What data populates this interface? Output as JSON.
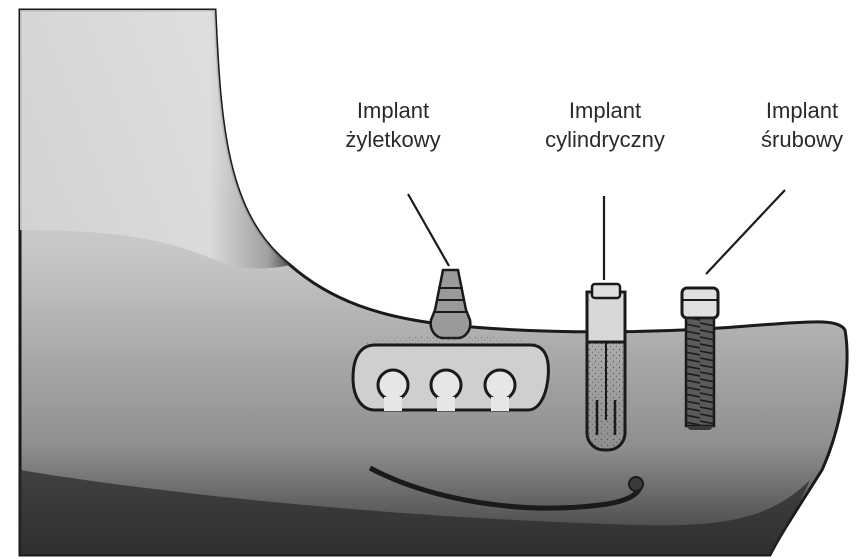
{
  "labels": {
    "blade": {
      "line1": "Implant",
      "line2": "żyletkowy"
    },
    "cylinder": {
      "line1": "Implant",
      "line2": "cylindryczny"
    },
    "screw": {
      "line1": "Implant",
      "line2": "śrubowy"
    }
  },
  "colors": {
    "bone_light": "#d9d9d9",
    "bone_mid": "#a8a8a8",
    "bone_dark": "#3c3c3c",
    "outline": "#1a1a1a",
    "background": "#ffffff"
  }
}
